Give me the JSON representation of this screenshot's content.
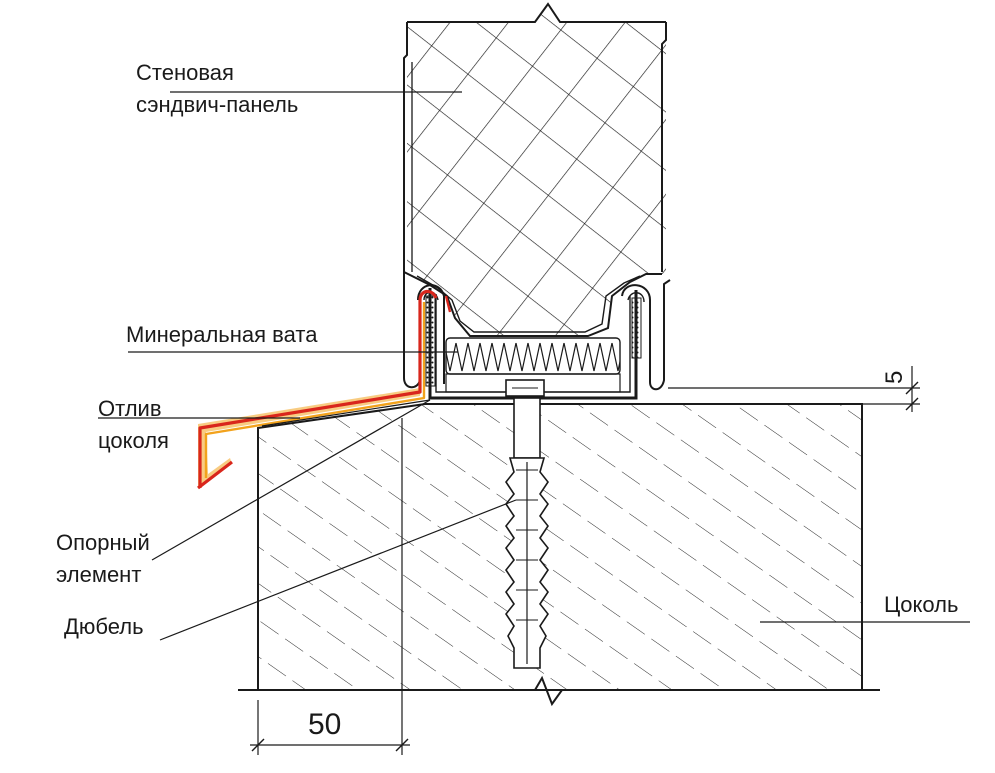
{
  "labels": {
    "sandwich_panel_line1": "Стеновая",
    "sandwich_panel_line2": "сэндвич-панель",
    "mineral_wool": "Минеральная вата",
    "drip_line1": "Отлив",
    "drip_line2": "цоколя",
    "support_line1": "Опорный",
    "support_line2": "элемент",
    "dowel": "Дюбель",
    "plinth": "Цоколь"
  },
  "dimensions": {
    "width_value": "50",
    "gap_value": "5"
  },
  "colors": {
    "line": "#1a1a1a",
    "flashing_red": "#d9261c",
    "flashing_orange": "#f2a21c",
    "background": "#ffffff"
  }
}
